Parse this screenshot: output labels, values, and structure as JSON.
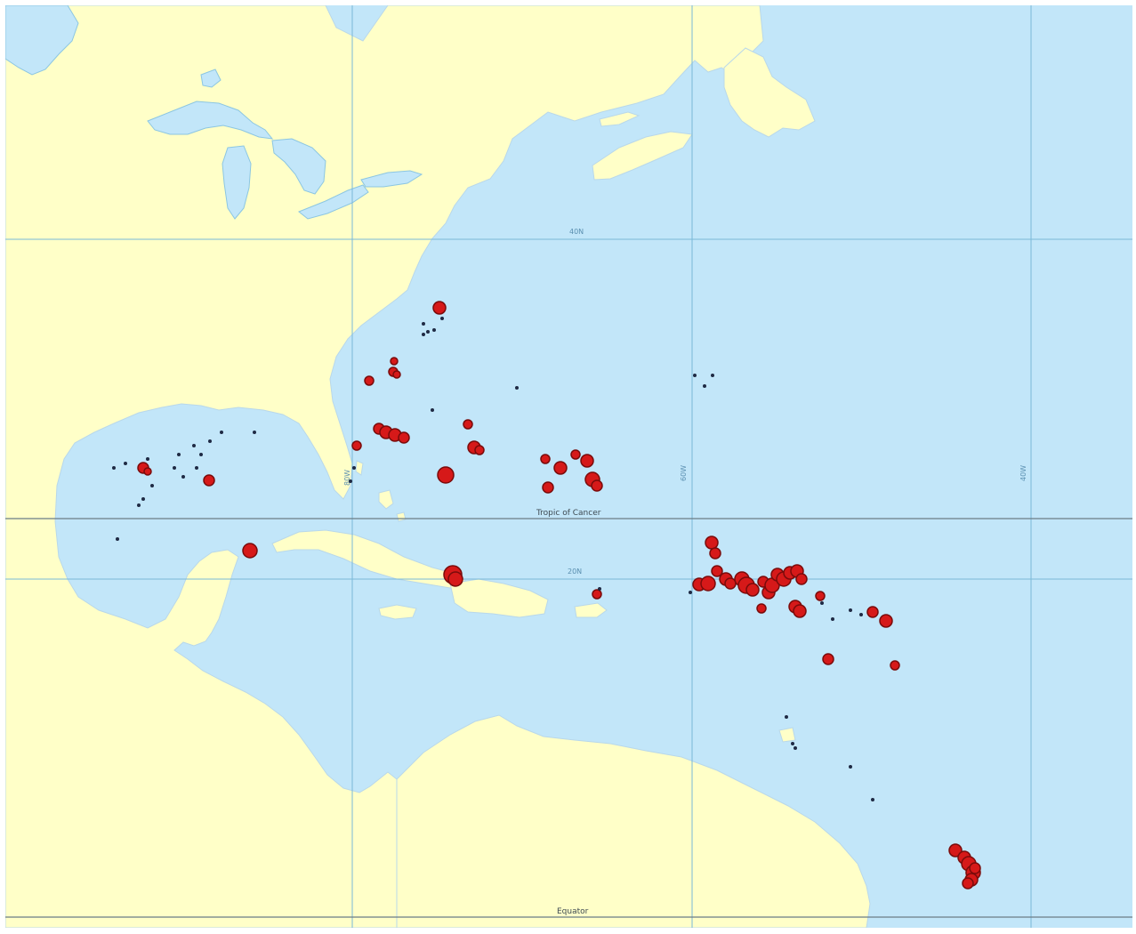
{
  "map": {
    "graticule_labels": [
      {
        "id": "lat-40",
        "text": "40N"
      },
      {
        "id": "lat-20",
        "text": "20N"
      },
      {
        "id": "lon-80",
        "text": "80W"
      },
      {
        "id": "lon-60",
        "text": "60W"
      },
      {
        "id": "lon-40",
        "text": "40W"
      }
    ],
    "tropic_label": "Tropic of Cancer",
    "equator_label": "Equator",
    "colors": {
      "ocean": "#c2e6f9",
      "land": "#ffffc8",
      "graticule": "#7ab8d8",
      "major_lines": "#6b7c86",
      "large_points": "#d61919",
      "small_points": "#1f2a44"
    },
    "point_layers": [
      {
        "id": "large-occurrences",
        "color": "#d61919"
      },
      {
        "id": "small-occurrences",
        "color": "#1f2a44"
      }
    ]
  }
}
